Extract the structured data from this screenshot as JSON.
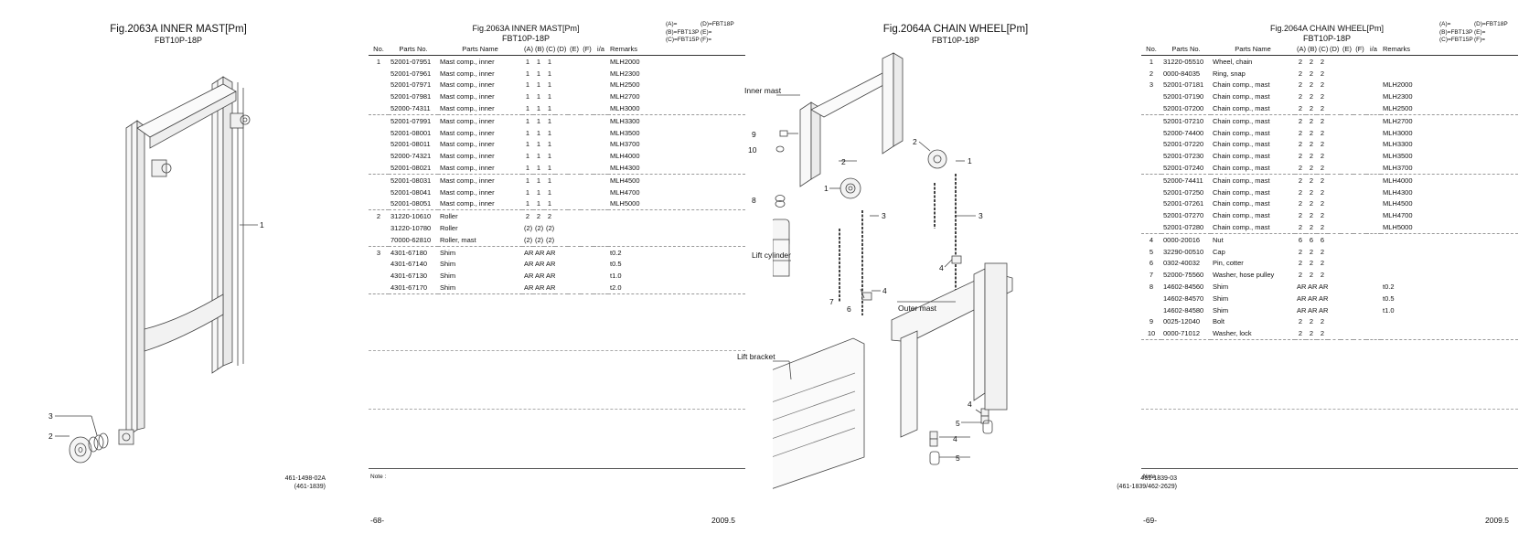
{
  "page_left": {
    "figure_title": "Fig.2063A  INNER MAST[Pm]",
    "figure_subtitle": "FBT10P-18P",
    "diagram_callouts": [
      "1",
      "2",
      "3"
    ],
    "drawing_ref": "461-1498-02A\n(461-1839)"
  },
  "list_left": {
    "title": "Fig.2063A  INNER MAST[Pm]",
    "subtitle": "FBT10P-18P",
    "model_key": [
      [
        "(A)=",
        "(D)=FBT18P"
      ],
      [
        "(B)=FBT13P",
        "(E)="
      ],
      [
        "(C)=FBT15P",
        "(F)="
      ]
    ],
    "columns": [
      "No.",
      "Parts No.",
      "Parts Name",
      "(A)",
      "(B)",
      "(C)",
      "(D)",
      "(E)",
      "(F)",
      "i/a",
      "Remarks"
    ],
    "rows": [
      {
        "no": "1",
        "part": "52001-07951",
        "name": "Mast comp., inner",
        "a": "1",
        "b": "1",
        "c": "1",
        "rem": "MLH2000",
        "end": false
      },
      {
        "no": "",
        "part": "52001-07961",
        "name": "Mast comp., inner",
        "a": "1",
        "b": "1",
        "c": "1",
        "rem": "MLH2300",
        "end": false
      },
      {
        "no": "",
        "part": "52001-07971",
        "name": "Mast comp., inner",
        "a": "1",
        "b": "1",
        "c": "1",
        "rem": "MLH2500",
        "end": false
      },
      {
        "no": "",
        "part": "52001-07981",
        "name": "Mast comp., inner",
        "a": "1",
        "b": "1",
        "c": "1",
        "rem": "MLH2700",
        "end": false
      },
      {
        "no": "",
        "part": "52000-74311",
        "name": "Mast comp., inner",
        "a": "1",
        "b": "1",
        "c": "1",
        "rem": "MLH3000",
        "end": true
      },
      {
        "no": "",
        "part": "52001-07991",
        "name": "Mast comp., inner",
        "a": "1",
        "b": "1",
        "c": "1",
        "rem": "MLH3300",
        "end": false
      },
      {
        "no": "",
        "part": "52001-08001",
        "name": "Mast comp., inner",
        "a": "1",
        "b": "1",
        "c": "1",
        "rem": "MLH3500",
        "end": false
      },
      {
        "no": "",
        "part": "52001-08011",
        "name": "Mast comp., inner",
        "a": "1",
        "b": "1",
        "c": "1",
        "rem": "MLH3700",
        "end": false
      },
      {
        "no": "",
        "part": "52000-74321",
        "name": "Mast comp., inner",
        "a": "1",
        "b": "1",
        "c": "1",
        "rem": "MLH4000",
        "end": false
      },
      {
        "no": "",
        "part": "52001-08021",
        "name": "Mast comp., inner",
        "a": "1",
        "b": "1",
        "c": "1",
        "rem": "MLH4300",
        "end": true
      },
      {
        "no": "",
        "part": "52001-08031",
        "name": "Mast comp., inner",
        "a": "1",
        "b": "1",
        "c": "1",
        "rem": "MLH4500",
        "end": false
      },
      {
        "no": "",
        "part": "52001-08041",
        "name": "Mast comp., inner",
        "a": "1",
        "b": "1",
        "c": "1",
        "rem": "MLH4700",
        "end": false
      },
      {
        "no": "",
        "part": "52001-08051",
        "name": "Mast comp., inner",
        "a": "1",
        "b": "1",
        "c": "1",
        "rem": "MLH5000",
        "end": true
      },
      {
        "no": "2",
        "part": "31220-10610",
        "name": "Roller",
        "a": "2",
        "b": "2",
        "c": "2",
        "rem": "",
        "end": false
      },
      {
        "no": "",
        "part": "31220-10780",
        "name": "Roller",
        "a": "(2)",
        "b": "(2)",
        "c": "(2)",
        "rem": "",
        "end": false
      },
      {
        "no": "",
        "part": "70000-62810",
        "name": "Roller, mast",
        "a": "(2)",
        "b": "(2)",
        "c": "(2)",
        "rem": "",
        "end": true
      },
      {
        "no": "3",
        "part": "4301-67180",
        "name": "Shim",
        "a": "AR",
        "b": "AR",
        "c": "AR",
        "rem": "t0.2",
        "end": false
      },
      {
        "no": "",
        "part": "4301-67140",
        "name": "Shim",
        "a": "AR",
        "b": "AR",
        "c": "AR",
        "rem": "t0.5",
        "end": false
      },
      {
        "no": "",
        "part": "4301-67130",
        "name": "Shim",
        "a": "AR",
        "b": "AR",
        "c": "AR",
        "rem": "t1.0",
        "end": false
      },
      {
        "no": "",
        "part": "4301-67170",
        "name": "Shim",
        "a": "AR",
        "b": "AR",
        "c": "AR",
        "rem": "t2.0",
        "end": true
      }
    ],
    "note_label": "Note :",
    "page_number": "-68-",
    "date": "2009.5"
  },
  "page_right": {
    "figure_title": "Fig.2064A  CHAIN WHEEL[Pm]",
    "figure_subtitle": "FBT10P-18P",
    "labels": {
      "inner_mast": "Inner mast",
      "lift_cylinder": "Lift cylinder",
      "lift_bracket": "Lift bracket",
      "outer_mast": "Outer mast"
    },
    "diagram_callouts": [
      "9",
      "10",
      "8",
      "2",
      "1",
      "3",
      "7",
      "6",
      "4",
      "2",
      "1",
      "3",
      "4",
      "4",
      "4",
      "5",
      "5"
    ],
    "drawing_ref": "461-1839-03\n(461-1839/462-2629)"
  },
  "list_right": {
    "title": "Fig.2064A  CHAIN WHEEL[Pm]",
    "subtitle": "FBT10P-18P",
    "model_key": [
      [
        "(A)=",
        "(D)=FBT18P"
      ],
      [
        "(B)=FBT13P",
        "(E)="
      ],
      [
        "(C)=FBT15P",
        "(F)="
      ]
    ],
    "columns": [
      "No.",
      "Parts No.",
      "Parts Name",
      "(A)",
      "(B)",
      "(C)",
      "(D)",
      "(E)",
      "(F)",
      "i/a",
      "Remarks"
    ],
    "rows": [
      {
        "no": "1",
        "part": "31220-05510",
        "name": "Wheel, chain",
        "a": "2",
        "b": "2",
        "c": "2",
        "rem": "",
        "end": false
      },
      {
        "no": "2",
        "part": "0000-84035",
        "name": "Ring, snap",
        "a": "2",
        "b": "2",
        "c": "2",
        "rem": "",
        "end": false
      },
      {
        "no": "3",
        "part": "52001-07181",
        "name": "Chain comp., mast",
        "a": "2",
        "b": "2",
        "c": "2",
        "rem": "MLH2000",
        "end": false
      },
      {
        "no": "",
        "part": "52001-07190",
        "name": "Chain comp., mast",
        "a": "2",
        "b": "2",
        "c": "2",
        "rem": "MLH2300",
        "end": false
      },
      {
        "no": "",
        "part": "52001-07200",
        "name": "Chain comp., mast",
        "a": "2",
        "b": "2",
        "c": "2",
        "rem": "MLH2500",
        "end": true
      },
      {
        "no": "",
        "part": "52001-07210",
        "name": "Chain comp., mast",
        "a": "2",
        "b": "2",
        "c": "2",
        "rem": "MLH2700",
        "end": false
      },
      {
        "no": "",
        "part": "52000-74400",
        "name": "Chain comp., mast",
        "a": "2",
        "b": "2",
        "c": "2",
        "rem": "MLH3000",
        "end": false
      },
      {
        "no": "",
        "part": "52001-07220",
        "name": "Chain comp., mast",
        "a": "2",
        "b": "2",
        "c": "2",
        "rem": "MLH3300",
        "end": false
      },
      {
        "no": "",
        "part": "52001-07230",
        "name": "Chain comp., mast",
        "a": "2",
        "b": "2",
        "c": "2",
        "rem": "MLH3500",
        "end": false
      },
      {
        "no": "",
        "part": "52001-07240",
        "name": "Chain comp., mast",
        "a": "2",
        "b": "2",
        "c": "2",
        "rem": "MLH3700",
        "end": true
      },
      {
        "no": "",
        "part": "52000-74411",
        "name": "Chain comp., mast",
        "a": "2",
        "b": "2",
        "c": "2",
        "rem": "MLH4000",
        "end": false
      },
      {
        "no": "",
        "part": "52001-07250",
        "name": "Chain comp., mast",
        "a": "2",
        "b": "2",
        "c": "2",
        "rem": "MLH4300",
        "end": false
      },
      {
        "no": "",
        "part": "52001-07261",
        "name": "Chain comp., mast",
        "a": "2",
        "b": "2",
        "c": "2",
        "rem": "MLH4500",
        "end": false
      },
      {
        "no": "",
        "part": "52001-07270",
        "name": "Chain comp., mast",
        "a": "2",
        "b": "2",
        "c": "2",
        "rem": "MLH4700",
        "end": false
      },
      {
        "no": "",
        "part": "52001-07280",
        "name": "Chain comp., mast",
        "a": "2",
        "b": "2",
        "c": "2",
        "rem": "MLH5000",
        "end": true
      },
      {
        "no": "4",
        "part": "0000-20016",
        "name": "Nut",
        "a": "6",
        "b": "6",
        "c": "6",
        "rem": "",
        "end": false
      },
      {
        "no": "5",
        "part": "32290-00510",
        "name": "Cap",
        "a": "2",
        "b": "2",
        "c": "2",
        "rem": "",
        "end": false
      },
      {
        "no": "6",
        "part": "0302-40032",
        "name": "Pin, cotter",
        "a": "2",
        "b": "2",
        "c": "2",
        "rem": "",
        "end": false
      },
      {
        "no": "7",
        "part": "52000-75560",
        "name": "Washer, hose pulley",
        "a": "2",
        "b": "2",
        "c": "2",
        "rem": "",
        "end": false
      },
      {
        "no": "8",
        "part": "14602-84560",
        "name": "Shim",
        "a": "AR",
        "b": "AR",
        "c": "AR",
        "rem": "t0.2",
        "end": false
      },
      {
        "no": "",
        "part": "14602-84570",
        "name": "Shim",
        "a": "AR",
        "b": "AR",
        "c": "AR",
        "rem": "t0.5",
        "end": false
      },
      {
        "no": "",
        "part": "14602-84580",
        "name": "Shim",
        "a": "AR",
        "b": "AR",
        "c": "AR",
        "rem": "t1.0",
        "end": false
      },
      {
        "no": "9",
        "part": "0025-12040",
        "name": "Bolt",
        "a": "2",
        "b": "2",
        "c": "2",
        "rem": "",
        "end": false
      },
      {
        "no": "10",
        "part": "0000-71012",
        "name": "Washer, lock",
        "a": "2",
        "b": "2",
        "c": "2",
        "rem": "",
        "end": true
      }
    ],
    "note_label": "Note :",
    "page_number": "-69-",
    "date": "2009.5"
  }
}
